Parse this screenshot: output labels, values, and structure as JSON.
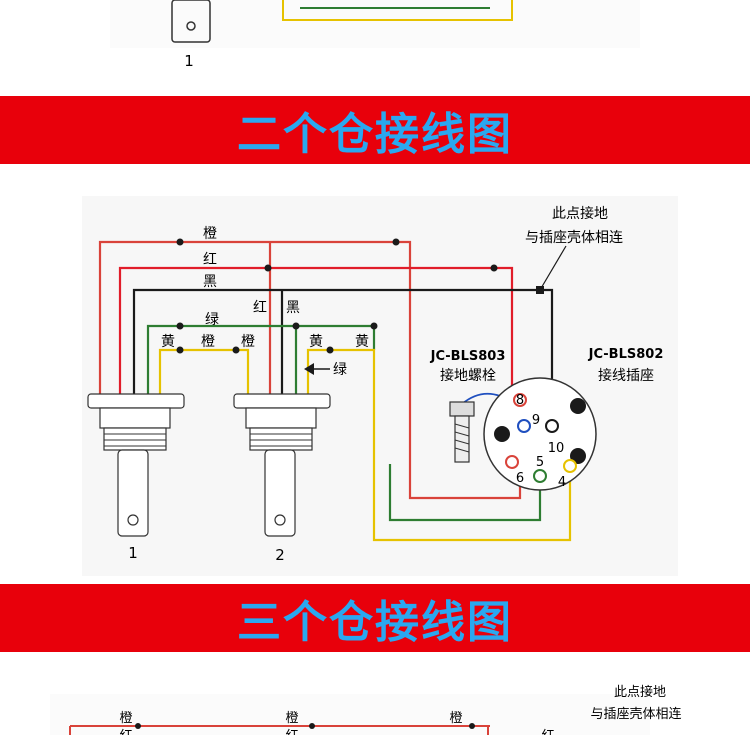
{
  "top_partial": {
    "sensor_number": "1"
  },
  "banner_two": {
    "title": "二个仓接线图"
  },
  "diagram_two": {
    "wire_labels": {
      "orange": "橙",
      "red": "红",
      "black": "黑",
      "red2": "红",
      "black2": "黑",
      "green": "绿",
      "yellow1": "黄",
      "orange2": "橙",
      "orange3": "橙",
      "yellow2": "黄",
      "yellow3": "黄",
      "green_arrow": "绿"
    },
    "ground_note": [
      "此点接地",
      "与插座壳体相连"
    ],
    "bolt": {
      "model": "JC-BLS803",
      "name": "接地螺栓"
    },
    "socket": {
      "model": "JC-BLS802",
      "name": "接线插座"
    },
    "pins": [
      "8",
      "9",
      "10",
      "6",
      "5",
      "4"
    ],
    "sensors": [
      "1",
      "2"
    ],
    "colors": {
      "orange": "#d9433a",
      "red": "#e11d2a",
      "black": "#1a1a1a",
      "green": "#2e7d32",
      "yellow": "#e6c200",
      "blue": "#1f4fbf"
    }
  },
  "banner_three": {
    "title": "三个仓接线图"
  },
  "bottom_partial": {
    "ground_note": [
      "此点接地",
      "与插座壳体相连"
    ],
    "labels": [
      "橙",
      "橙",
      "橙",
      "红",
      "红",
      "红"
    ]
  }
}
